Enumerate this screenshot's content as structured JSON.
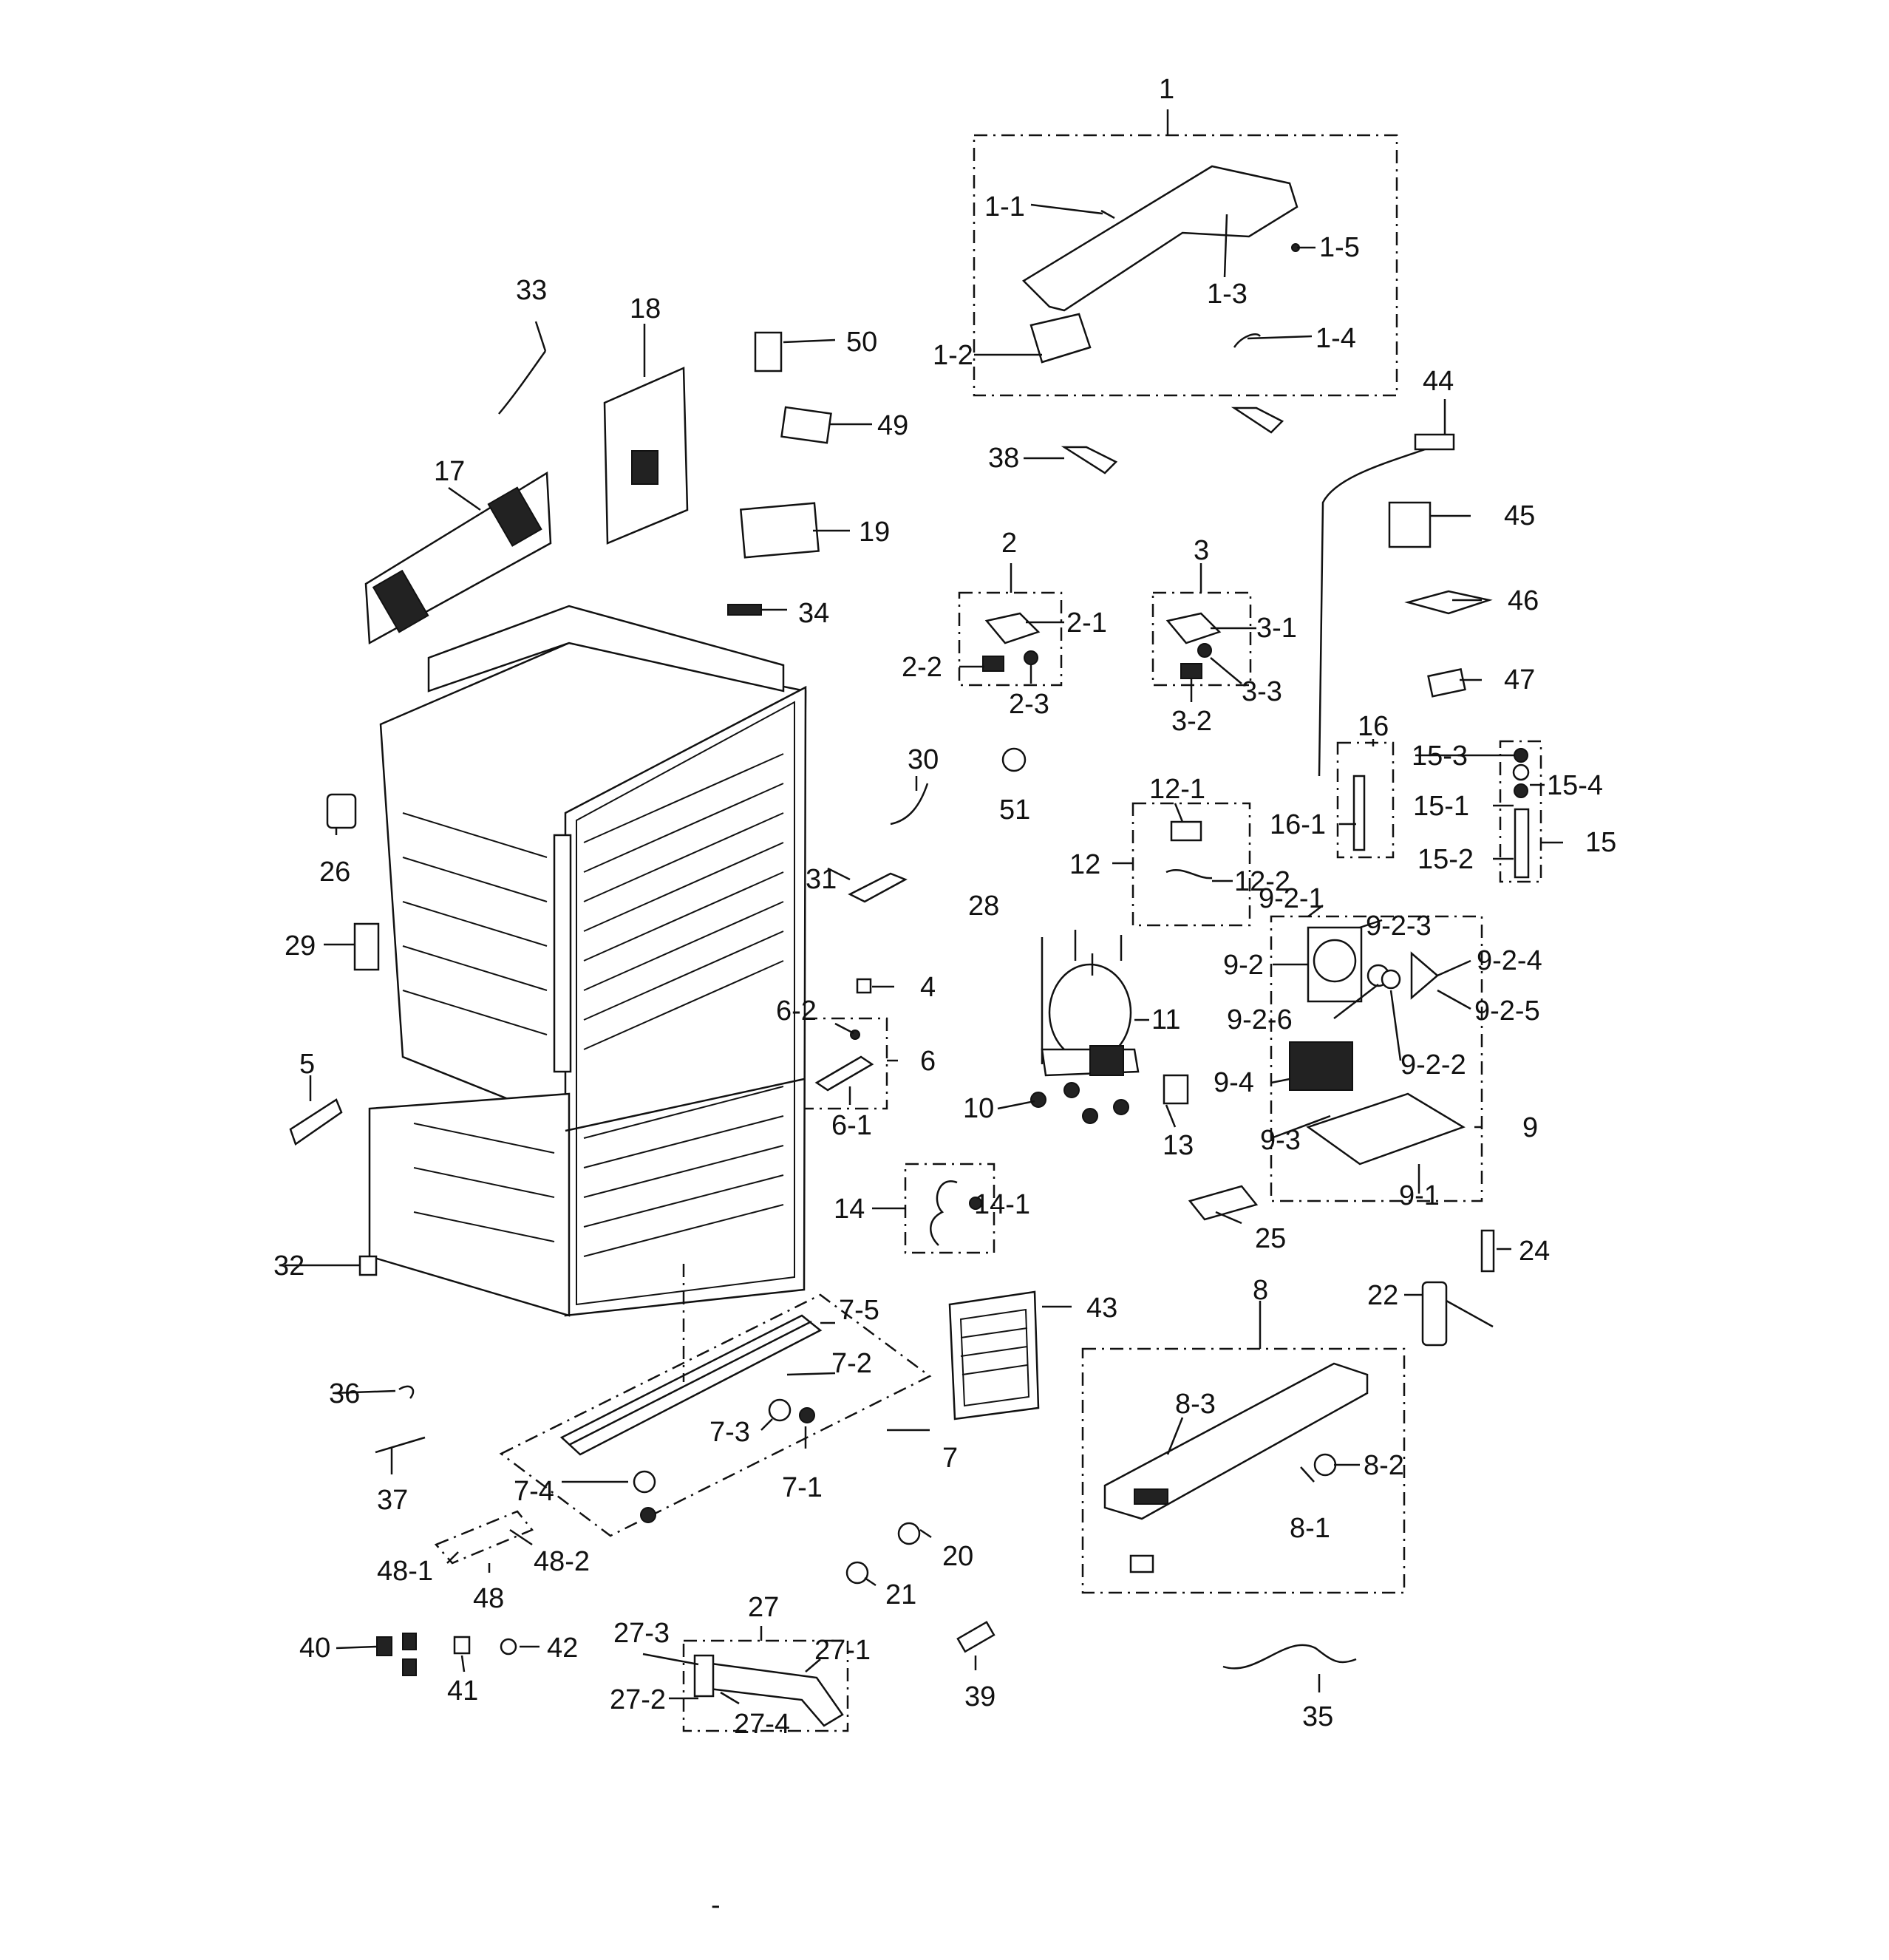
{
  "labels": [
    "1",
    "1-1",
    "1-2",
    "1-3",
    "1-4",
    "1-5",
    "2",
    "2-1",
    "2-2",
    "2-3",
    "3",
    "3-1",
    "3-2",
    "3-3",
    "4",
    "5",
    "6",
    "6-1",
    "6-2",
    "7",
    "7-1",
    "7-2",
    "7-3",
    "7-4",
    "7-5",
    "8",
    "8-1",
    "8-2",
    "8-3",
    "9",
    "9-1",
    "9-2",
    "9-2-1",
    "9-2-2",
    "9-2-3",
    "9-2-4",
    "9-2-5",
    "9-2-6",
    "9-3",
    "9-4",
    "10",
    "11",
    "12",
    "12-1",
    "12-2",
    "13",
    "14",
    "14-1",
    "15",
    "15-1",
    "15-2",
    "15-3",
    "15-4",
    "16",
    "16-1",
    "17",
    "18",
    "19",
    "20",
    "21",
    "22",
    "24",
    "25",
    "26",
    "27",
    "27-1",
    "27-2",
    "27-3",
    "27-4",
    "28",
    "29",
    "30",
    "31",
    "32",
    "33",
    "34",
    "35",
    "36",
    "37",
    "38",
    "39",
    "40",
    "41",
    "42",
    "43",
    "44",
    "45",
    "46",
    "47",
    "48",
    "48-1",
    "48-2",
    "49",
    "50",
    "51"
  ],
  "footer_mark": "-"
}
